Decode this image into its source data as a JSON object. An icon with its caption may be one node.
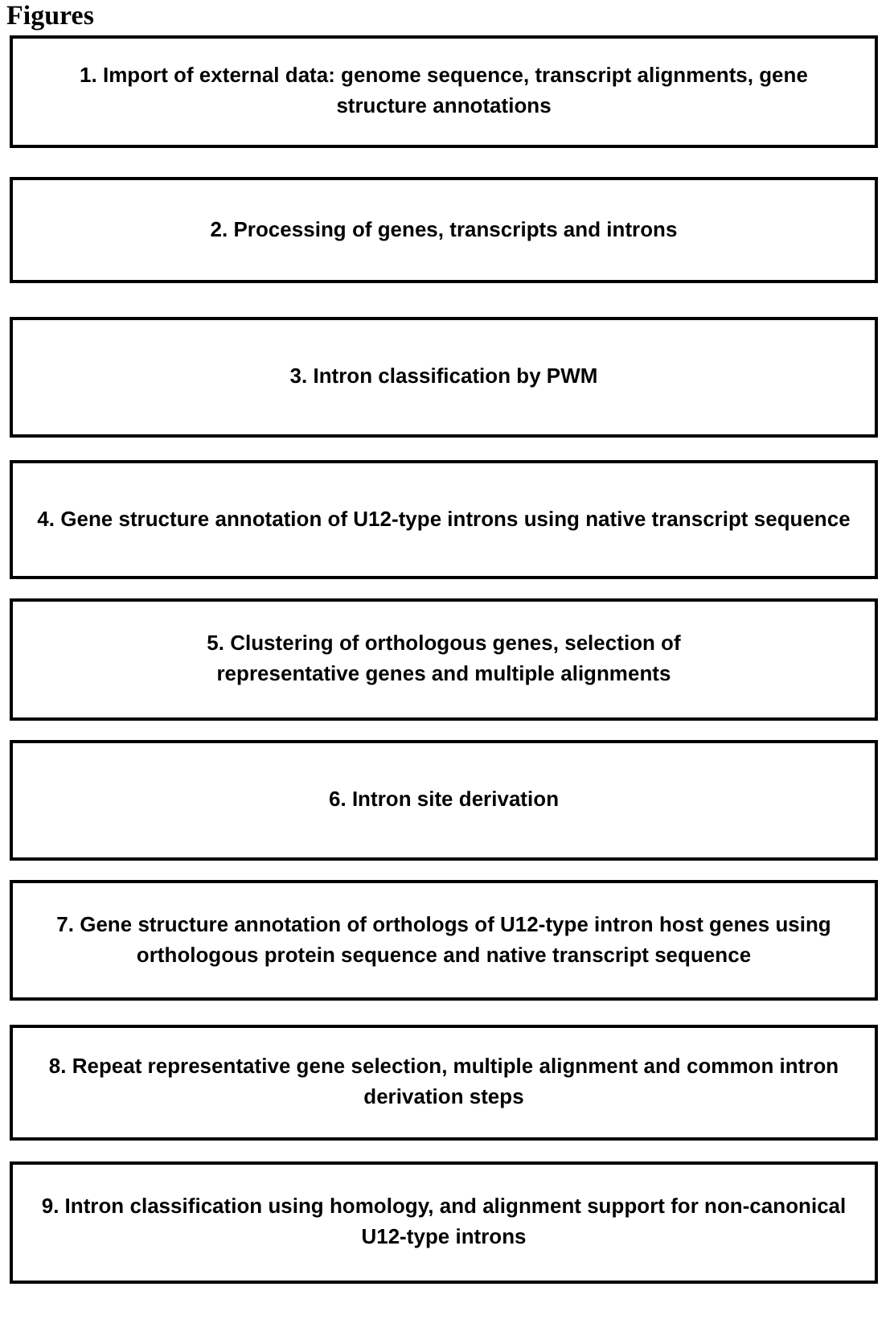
{
  "diagram": {
    "title": "Figures",
    "nodes": [
      {
        "text": [
          "1. Import of external data: genome sequence, transcript alignments, gene structure annotations"
        ]
      },
      {
        "text": [
          "2. Processing of genes, transcripts and introns"
        ]
      },
      {
        "text": [
          "3. Intron classification by PWM"
        ]
      },
      {
        "text": [
          "4. Gene structure annotation of U12-type introns using native transcript sequence"
        ]
      },
      {
        "text": [
          "5. Clustering of orthologous genes, selection of representative genes and multiple alignments"
        ]
      },
      {
        "text": [
          "6. Intron site derivation"
        ]
      },
      {
        "text": [
          "7. Gene structure annotation of orthologs of U12-type intron host genes using orthologous protein sequence and native transcript sequence"
        ]
      },
      {
        "text": [
          "8. Repeat representative gene selection, multiple alignment and common intron derivation steps"
        ]
      },
      {
        "text": [
          "9. Intron classification using homology, and alignment support for non-canonical U12-type introns"
        ]
      }
    ]
  }
}
